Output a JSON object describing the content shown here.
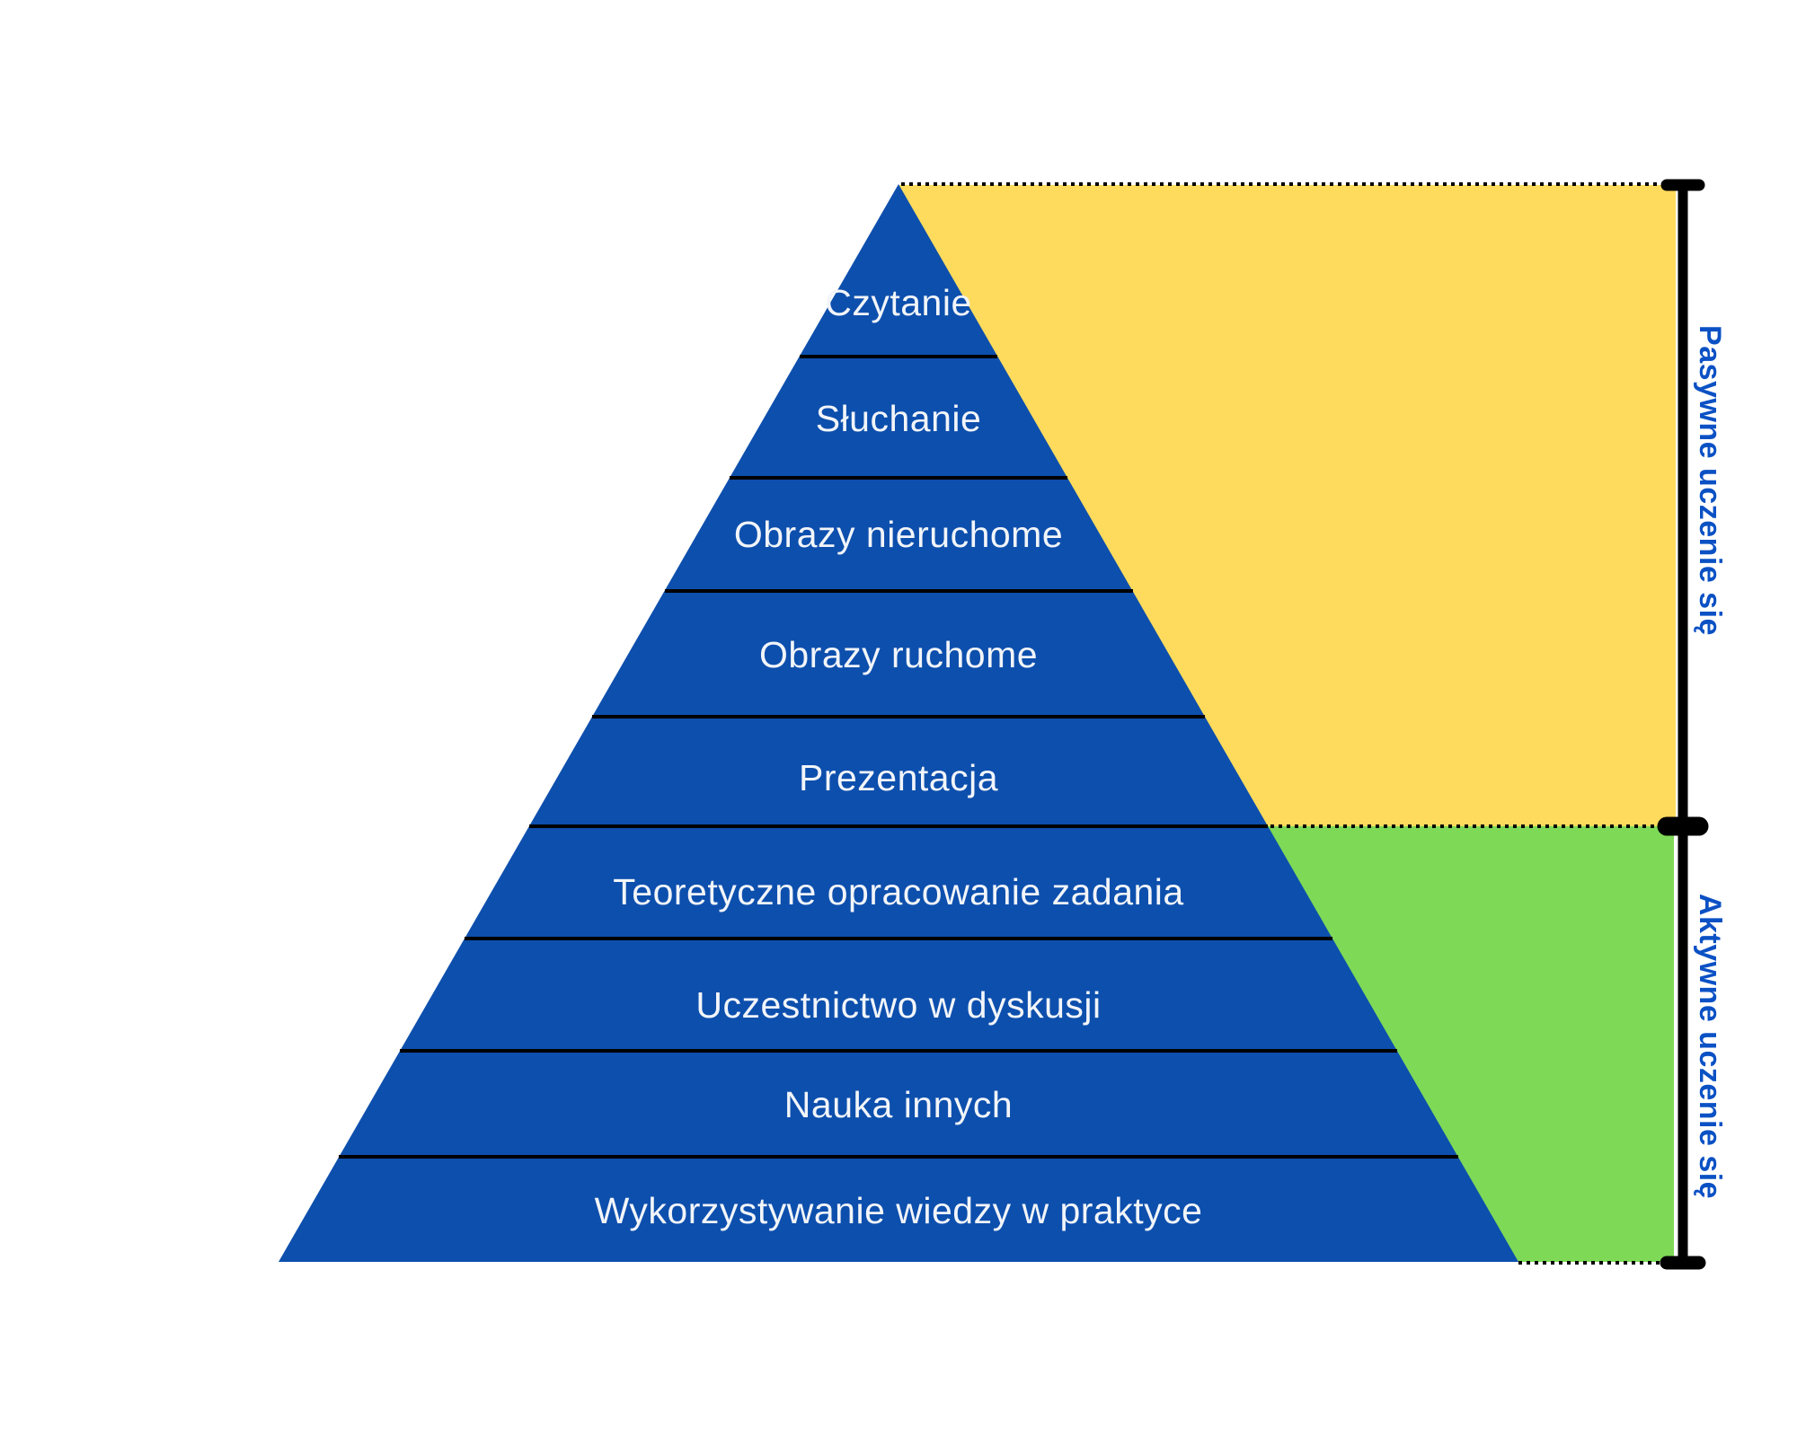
{
  "diagram": {
    "pyramid": {
      "levels": [
        {
          "label": "Czytanie"
        },
        {
          "label": "Słuchanie"
        },
        {
          "label": "Obrazy nieruchome"
        },
        {
          "label": "Obrazy ruchome"
        },
        {
          "label": "Prezentacja"
        },
        {
          "label": "Teoretyczne opracowanie zadania"
        },
        {
          "label": "Uczestnictwo w dyskusji"
        },
        {
          "label": "Nauka innych"
        },
        {
          "label": "Wykorzystywanie wiedzy w praktyce"
        }
      ]
    },
    "brackets": {
      "passive_label": "Pasywne uczenie się",
      "active_label": "Aktywne uczenie się"
    },
    "colors": {
      "pyramid_blue": "#0d4fad",
      "region_yellow": "#fedb5c",
      "region_green": "#7ed957",
      "bracket_label_blue": "#0b51c4",
      "level_text": "#f2f5f9",
      "line_black": "#000000"
    }
  }
}
